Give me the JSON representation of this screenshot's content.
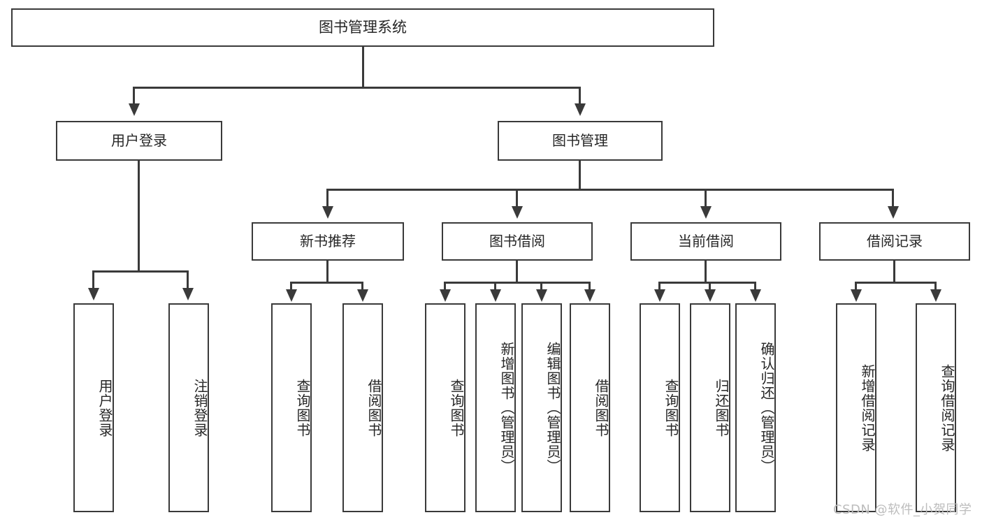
{
  "diagram": {
    "title": "图书管理系统",
    "root": {
      "id": "root",
      "label": "图书管理系统"
    },
    "level2": [
      {
        "id": "user-login",
        "label": "用户登录"
      },
      {
        "id": "book-manage",
        "label": "图书管理"
      }
    ],
    "level3": [
      {
        "id": "new-book-recommend",
        "label": "新书推荐"
      },
      {
        "id": "book-borrow",
        "label": "图书借阅"
      },
      {
        "id": "current-borrow",
        "label": "当前借阅"
      },
      {
        "id": "borrow-record",
        "label": "借阅记录"
      }
    ],
    "leaves": {
      "user_login": [
        {
          "id": "leaf-user-login",
          "label": "用户登录"
        },
        {
          "id": "leaf-logout-login",
          "label": "注销登录"
        }
      ],
      "new_book_recommend": [
        {
          "id": "leaf-query-book-1",
          "label": "查询图书"
        },
        {
          "id": "leaf-borrow-book-1",
          "label": "借阅图书"
        }
      ],
      "book_borrow": [
        {
          "id": "leaf-query-book-2",
          "label": "查询图书"
        },
        {
          "id": "leaf-add-book",
          "label": "新增图书（管理员）"
        },
        {
          "id": "leaf-edit-book",
          "label": "编辑图书（管理员）"
        },
        {
          "id": "leaf-borrow-book-2",
          "label": "借阅图书"
        }
      ],
      "current_borrow": [
        {
          "id": "leaf-query-book-3",
          "label": "查询图书"
        },
        {
          "id": "leaf-return-book",
          "label": "归还图书"
        },
        {
          "id": "leaf-confirm-return",
          "label": "确认归还（管理员）"
        }
      ],
      "borrow_record": [
        {
          "id": "leaf-add-record",
          "label": "新增借阅记录"
        },
        {
          "id": "leaf-query-record",
          "label": "查询借阅记录"
        }
      ]
    }
  },
  "watermark": {
    "text": "CSDN @软件_小贺同学"
  },
  "colors": {
    "stroke": "#3a3a3a",
    "text": "#262626",
    "background": "#ffffff",
    "watermark": "#bdbdbd"
  }
}
